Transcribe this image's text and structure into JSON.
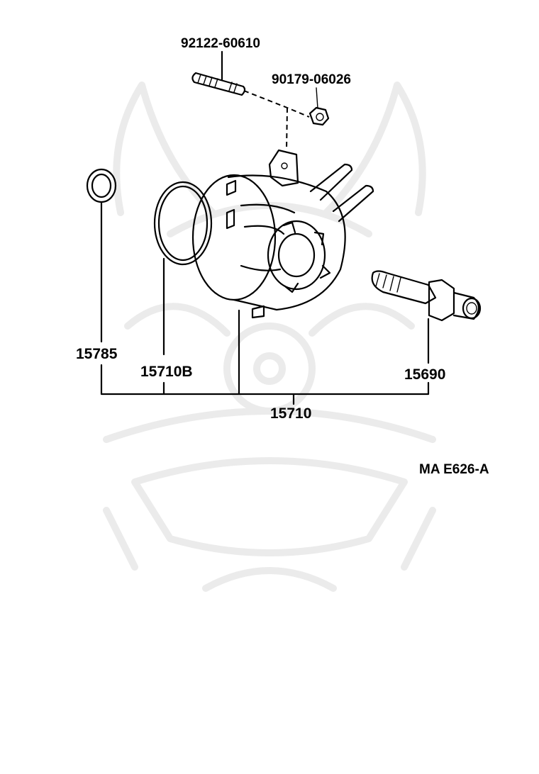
{
  "diagram": {
    "parts": {
      "stud_bolt": "92122-60610",
      "nut": "90179-06026",
      "ring_gasket": "15785",
      "o_ring": "15710B",
      "union": "15690",
      "oil_cooler_assy": "15710"
    },
    "reference_code": "MA E626-A"
  }
}
